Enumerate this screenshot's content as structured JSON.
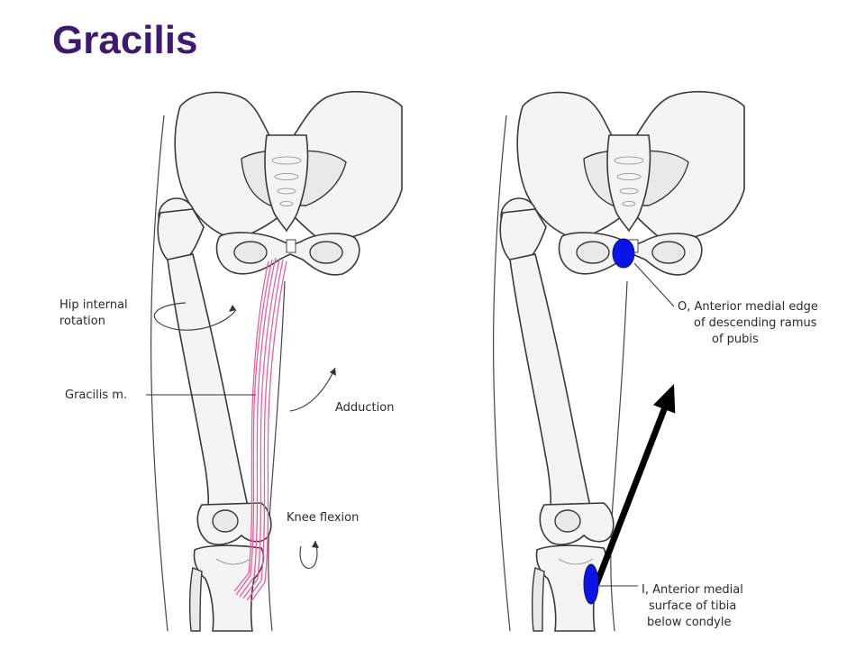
{
  "slide": {
    "title": "Gracilis"
  },
  "left_panel": {
    "labels": {
      "hip_internal_rotation": [
        "Hip internal",
        "rotation"
      ],
      "gracilis_m": "Gracilis m.",
      "adduction": "Adduction",
      "knee_flexion": "Knee flexion"
    },
    "muscle_color": "#e8609e"
  },
  "right_panel": {
    "origin_label": [
      "O, Anterior medial edge",
      "of descending ramus",
      "of pubis"
    ],
    "insertion_label": [
      "I, Anterior medial",
      "surface of tibia",
      "below condyle"
    ],
    "marker_color": "#0a14e6",
    "arrow_color": "#000000"
  }
}
